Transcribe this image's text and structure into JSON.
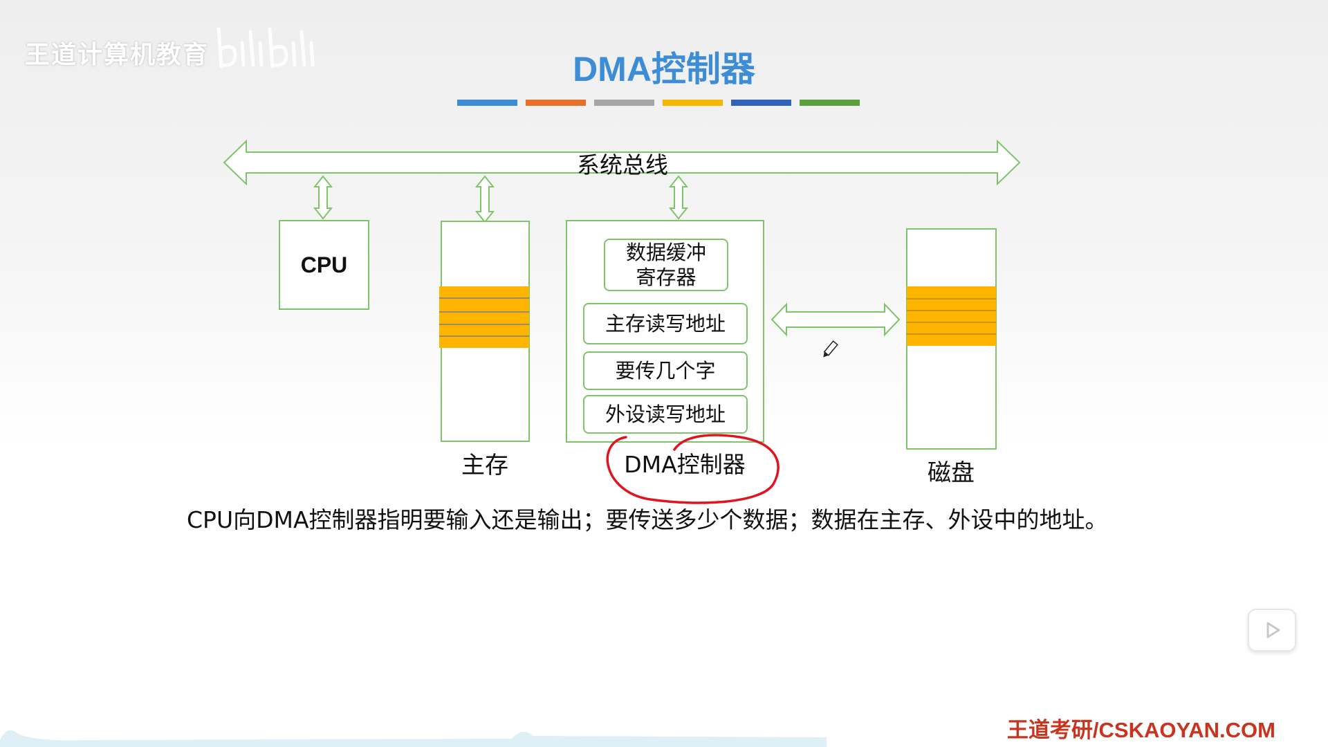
{
  "watermark": {
    "text": "王道计算机教育"
  },
  "slide": {
    "title": "DMA控制器",
    "title_color": "#3d8dd6",
    "accent_bars": [
      "#3d8dd6",
      "#e8702a",
      "#a5a5a5",
      "#f5b800",
      "#3063b8",
      "#5aa03c"
    ]
  },
  "diagram": {
    "bus_label": "系统总线",
    "cpu_label": "CPU",
    "memory_caption": "主存",
    "dma": {
      "caption": "DMA控制器",
      "registers": [
        {
          "line1": "数据缓冲",
          "line2": "寄存器"
        },
        {
          "line1": "主存读写地址",
          "line2": ""
        },
        {
          "line1": "要传几个字",
          "line2": ""
        },
        {
          "line1": "外设读写地址",
          "line2": ""
        }
      ]
    },
    "disk_caption": "磁盘",
    "highlight_color": "#ffb400",
    "border_color": "#7ec46a",
    "annotation_color": "#e0141e"
  },
  "description": "CPU向DMA控制器指明要输入还是输出；要传送多少个数据；数据在主存、外设中的地址。",
  "footer": {
    "brand": "王道考研/CSKAOYAN.COM"
  },
  "player": {
    "icon": "play-icon"
  }
}
